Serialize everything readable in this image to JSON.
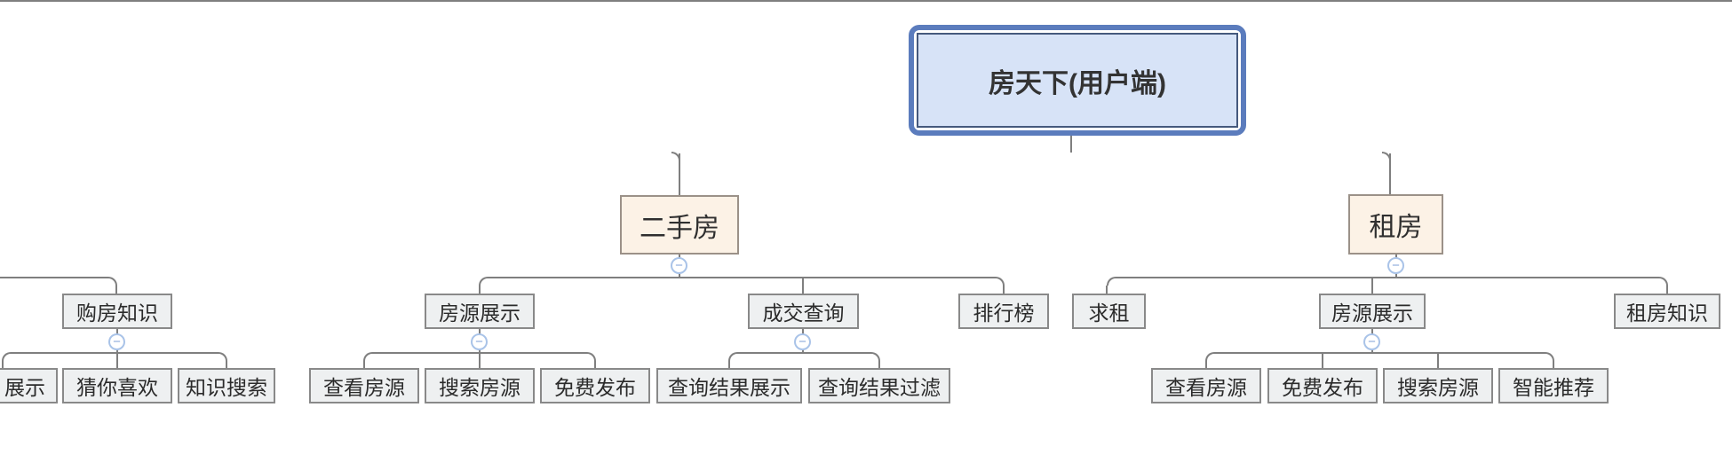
{
  "app": {
    "view": "mind-map-canvas"
  },
  "colors": {
    "root_fill": "#d7e3f7",
    "root_outer_border": "#5b7cbd",
    "root_inner_border": "#45597d",
    "branch_fill": "#fcf2e6",
    "branch_border": "#9b9188",
    "topic_fill": "#eef0f1",
    "topic_border": "#898989",
    "connector": "#7f7f7f",
    "collapse_ring": "#a9c3e8",
    "text": "#2f2f2f"
  },
  "icons": {
    "collapse": "−"
  },
  "mindmap": {
    "root": {
      "label": "房天下(用户端)"
    },
    "top_rail_children": [
      {
        "label": "二手房",
        "children": [
          {
            "label": "房源展示",
            "children": [
              "查看房源",
              "搜索房源",
              "免费发布"
            ]
          },
          {
            "label": "成交查询",
            "children": [
              "查询结果展示",
              "查询结果过滤"
            ]
          },
          {
            "label": "排行榜",
            "children": []
          }
        ]
      },
      {
        "label": "租房",
        "children": [
          {
            "label": "求租",
            "children": []
          },
          {
            "label": "房源展示",
            "children": [
              "查看房源",
              "免费发布",
              "搜索房源",
              "智能推荐"
            ]
          },
          {
            "label": "租房知识",
            "children": []
          }
        ]
      }
    ],
    "partial_left_subtree": {
      "label": "购房知识",
      "children": [
        "展示",
        "猜你喜欢",
        "知识搜索"
      ]
    }
  }
}
